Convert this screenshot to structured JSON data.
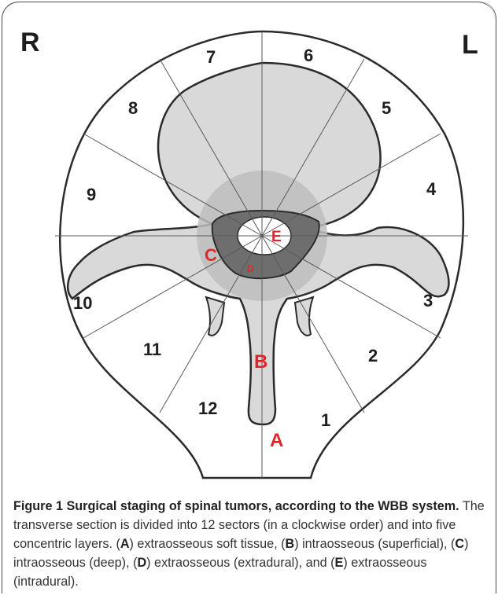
{
  "side_labels": {
    "right": "R",
    "left": "L"
  },
  "sectors": [
    "1",
    "2",
    "3",
    "4",
    "5",
    "6",
    "7",
    "8",
    "9",
    "10",
    "11",
    "12"
  ],
  "layers": {
    "A": "A",
    "B": "B",
    "C": "C",
    "D": "D",
    "E": "E"
  },
  "caption": {
    "figure_label": "Figure 1",
    "title": "Surgical staging of spinal tumors, according to the WBB system.",
    "intro": "The transverse section is divided into 12 sectors (in a clockwise order) and into five concentric layers. (",
    "items": [
      {
        "letter": "A",
        "text": ") extraosseous soft tissue, ("
      },
      {
        "letter": "B",
        "text": ") intraosseous (superficial), ("
      },
      {
        "letter": "C",
        "text": ") intraosseous (deep), ("
      },
      {
        "letter": "D",
        "text": ") extraosseous (extradural), and ("
      },
      {
        "letter": "E",
        "text": ") extraosseous (intradural)."
      }
    ]
  },
  "colors": {
    "layer_label": "#e0262b",
    "bone": "#d9d9d9",
    "halo": "#bdbdbd",
    "canal_ring": "#6e6e6e",
    "outline": "#2b2b2b"
  }
}
